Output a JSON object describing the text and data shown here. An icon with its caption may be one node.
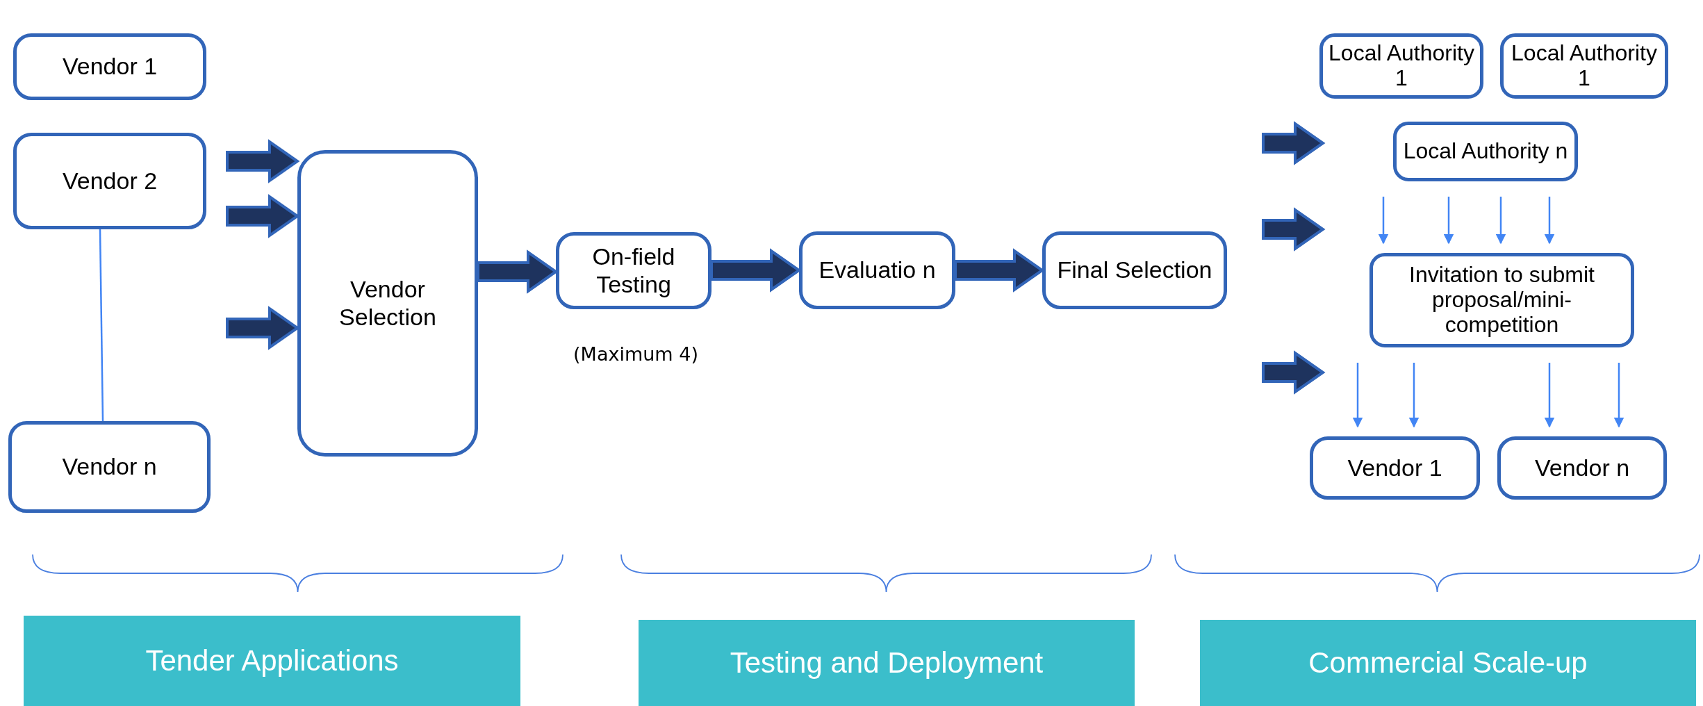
{
  "diagram": {
    "nodes": [
      {
        "text": [
          "Vendor 1"
        ]
      },
      {
        "text": [
          "Vendor 2"
        ]
      },
      {
        "text": [
          "Vendor n"
        ]
      },
      {
        "text": [
          "Vendor Selection"
        ]
      },
      {
        "text": [
          "On-field Testing"
        ],
        "beside": [
          "(Maximum 4)"
        ]
      },
      {
        "text": [
          "Evaluatio n"
        ]
      },
      {
        "text": [
          "Final Selection"
        ]
      },
      {
        "text": [
          "Local Authority 1"
        ]
      },
      {
        "text": [
          "Local Authority 1"
        ]
      },
      {
        "text": [
          "Local Authority n"
        ]
      },
      {
        "text": [
          "Invitation to submit proposal/mini-competition"
        ]
      },
      {
        "text": [
          "Vendor 1"
        ]
      },
      {
        "text": [
          "Vendor n"
        ]
      },
      {
        "text": [
          "Tender Applications"
        ]
      },
      {
        "text": [
          "Testing and Deployment"
        ]
      },
      {
        "text": [
          "Commercial Scale-up"
        ]
      }
    ],
    "edges": [
      {
        "from": null,
        "to": 3,
        "arrow": "to",
        "style": "thick"
      },
      {
        "from": null,
        "to": 3,
        "arrow": "to",
        "style": "thick"
      },
      {
        "from": null,
        "to": 3,
        "arrow": "to",
        "style": "thick"
      },
      {
        "from": 3,
        "to": 4,
        "arrow": "to",
        "style": "thick"
      },
      {
        "from": 4,
        "to": 5,
        "arrow": "to",
        "style": "thick"
      },
      {
        "from": 5,
        "to": 6,
        "arrow": "to",
        "style": "thick"
      },
      {
        "from": 1,
        "to": 2,
        "arrow": "none"
      },
      {
        "from": 9,
        "to": 10,
        "arrow": "to"
      },
      {
        "from": 9,
        "to": 10,
        "arrow": "to"
      },
      {
        "from": 9,
        "to": 10,
        "arrow": "to"
      },
      {
        "from": 9,
        "to": 10,
        "arrow": "to"
      },
      {
        "from": 10,
        "to": 11,
        "arrow": "to"
      },
      {
        "from": 10,
        "to": 11,
        "arrow": "to"
      },
      {
        "from": 10,
        "to": 12,
        "arrow": "to"
      },
      {
        "from": 10,
        "to": 12,
        "arrow": "to"
      }
    ]
  }
}
